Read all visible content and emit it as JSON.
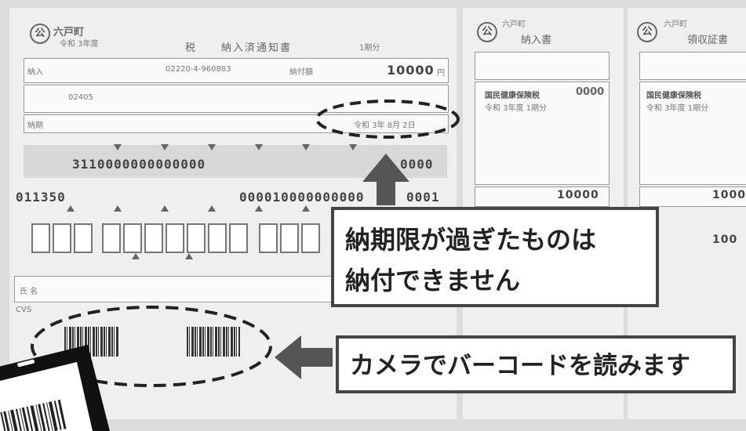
{
  "main_slip": {
    "municipality": "六戸町",
    "fiscal_year": "令和 3年度",
    "tax_char": "税",
    "title": "納入済通知書",
    "period": "1期分",
    "payer_label": "納入",
    "account_code": "02220-4-960883",
    "amount_label": "納付額",
    "amount": "10000",
    "yen": "円",
    "detail_code": "02405",
    "due_label": "納期",
    "due_date": "令和 3年 8月 2日",
    "ocr_line1": "3110000000000000",
    "ocr_line1_tail": "0000",
    "ocr_line2": "011350",
    "ocr_line2_mid": "000010000000000",
    "ocr_line2_tail": "0001",
    "name_label": "氏 名",
    "cvs_label": "CVS"
  },
  "receipt_slip": {
    "municipality": "六戸町",
    "title": "納入書",
    "item": "国民健康保険税",
    "item_amount": "0000",
    "year_period": "令和 3年度  1期分",
    "amount": "10000"
  },
  "stub_slip": {
    "municipality": "六戸町",
    "title": "領収証書",
    "item": "国民健康保険税",
    "year_period": "令和 3年度  1期分",
    "amount": "1000",
    "amount2": "100"
  },
  "seal_char": "公",
  "callouts": {
    "deadline_line1": "納期限が過ぎたものは",
    "deadline_line2": "納付できません",
    "barcode": "カメラでバーコードを読みます"
  },
  "colors": {
    "callout_border": "#444444",
    "arrow": "#555555"
  }
}
